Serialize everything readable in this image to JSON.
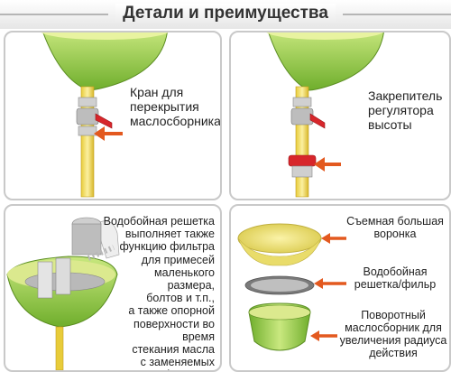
{
  "header": {
    "title": "Детали и преимущества"
  },
  "panels": {
    "p1": {
      "label_lines": [
        "Кран для",
        "перекрытия",
        "маслосборника"
      ]
    },
    "p2": {
      "label_lines": [
        "Закрепитель",
        "регулятора",
        "высоты"
      ]
    },
    "p3": {
      "label_lines": [
        "Водобойная решетка",
        "выполняет также",
        "функцию фильтра",
        "для примесей",
        "маленького",
        "размера,",
        "болтов и т.п.,",
        "а также опорной",
        "поверхности во время",
        "стекания масла",
        "с заменяемых фильтров"
      ]
    },
    "p4": {
      "funnel_lines": [
        "Съемная большая",
        "воронка"
      ],
      "filter_lines": [
        "Водобойная",
        "решетка/фильр"
      ],
      "collector_lines": [
        "Поворотный",
        "маслосборник для",
        "увеличения радиуса",
        "действия"
      ]
    }
  },
  "colors": {
    "green": "#8cc63f",
    "yellow": "#f5e07a",
    "red": "#d7262b",
    "arrow": "#e3591f",
    "border": "#c9c9c9"
  }
}
